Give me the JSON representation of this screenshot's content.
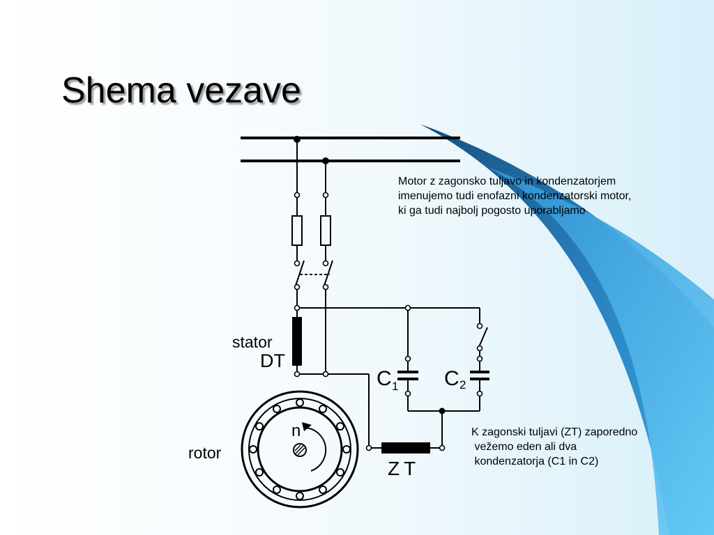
{
  "slide": {
    "title": "Shema vezave",
    "note_top": "Motor z zagonsko tuljavo in kondenzatorjem\nimenujemo tudi enofazni kondenzatorski motor,\nki ga tudi najbolj pogosto uporabljamo",
    "note_bottom": "K zagonski tuljavi (ZT) zaporedno\n vežemo eden ali dva\n kondenzatorja (C1 in C2)"
  },
  "diagram": {
    "stator_label": "stator",
    "stator_code": "DT",
    "rotor_label": "rotor",
    "speed_label": "n",
    "c1_label": "C",
    "c1_sub": "1",
    "c2_label": "C",
    "c2_sub": "2",
    "start_coil_label": "ZT"
  },
  "colors": {
    "background_light": "#eaf6fc",
    "wave_dark": "#1f6fa8",
    "wave_light": "#5cc4f5"
  }
}
